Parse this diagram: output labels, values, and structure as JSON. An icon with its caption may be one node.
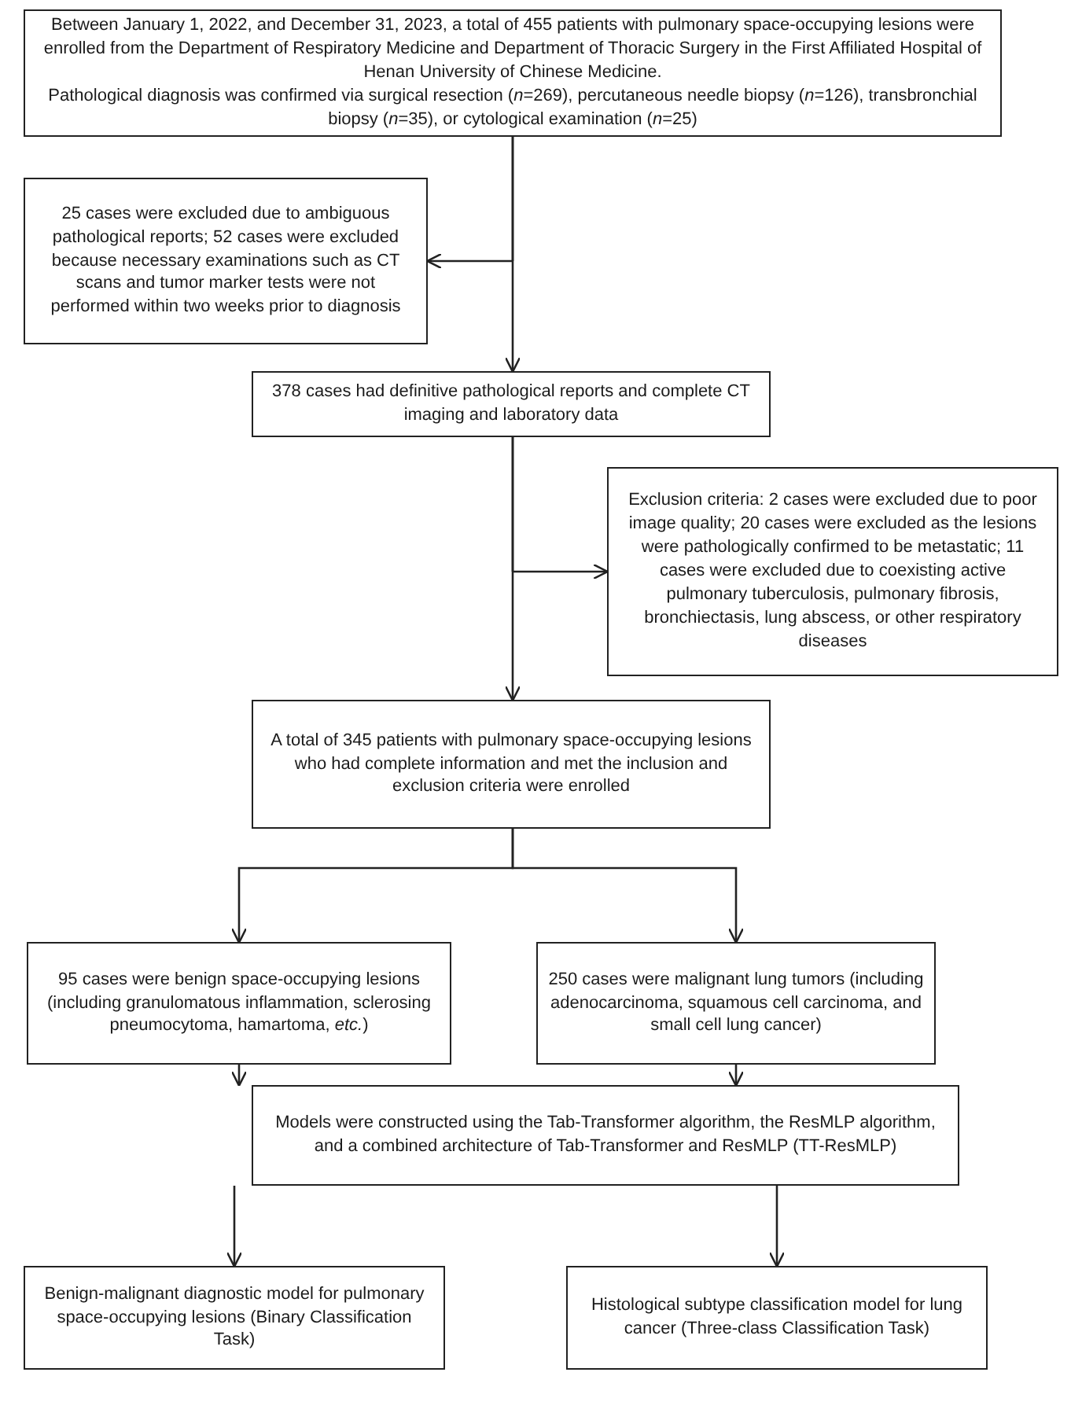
{
  "diagram": {
    "nodes": [
      {
        "text": [
          "Between January 1, 2022, and December 31, 2023, a total of 455 patients with pulmonary space-occupying lesions were enrolled from the Department of Respiratory Medicine and Department of Thoracic Surgery in the First Affiliated Hospital of Henan University of Chinese Medicine.",
          "Pathological diagnosis was confirmed via surgical resection (*n*=269), percutaneous needle biopsy (*n*=126), transbronchial biopsy (*n*=35), or cytological examination (*n*=25)"
        ]
      },
      {
        "text": [
          "25 cases were excluded due to ambiguous pathological reports; 52 cases were excluded because necessary examinations such as CT scans and tumor marker tests were not performed within two weeks prior to diagnosis"
        ]
      },
      {
        "text": [
          "378 cases had definitive pathological reports and complete CT imaging and laboratory data"
        ]
      },
      {
        "text": [
          "Exclusion criteria: 2 cases were excluded due to poor image quality;  20 cases were excluded as the lesions were pathologically confirmed to be metastatic;  11 cases were excluded due to coexisting active pulmonary tuberculosis, pulmonary fibrosis, bronchiectasis, lung abscess, or other respiratory diseases"
        ]
      },
      {
        "text": [
          "A total of 345 patients with pulmonary space-occupying lesions who had complete information and met the inclusion and exclusion criteria were enrolled"
        ]
      },
      {
        "text": [
          "95 cases were benign space-occupying lesions (including granulomatous inflammation, sclerosing pneumocytoma, hamartoma, *etc.*)"
        ]
      },
      {
        "text": [
          "250 cases were malignant lung tumors (including adenocarcinoma, squamous cell carcinoma, and small cell lung cancer)"
        ]
      },
      {
        "text": [
          "Models were constructed using the Tab-Transformer algorithm, the ResMLP algorithm, and a combined architecture of Tab-Transformer and ResMLP (TT-ResMLP)"
        ]
      },
      {
        "text": [
          "Benign-malignant diagnostic model for pulmonary space-occupying lesions (Binary Classification Task)"
        ]
      },
      {
        "text": [
          "Histological subtype classification model for lung cancer (Three-class Classification Task)"
        ]
      }
    ],
    "edges": [
      {
        "from": 0,
        "to": 2,
        "arrow": "to"
      },
      {
        "from": 0,
        "to": 1,
        "arrow": "to"
      },
      {
        "from": 2,
        "to": 4,
        "arrow": "to"
      },
      {
        "from": 2,
        "to": 3,
        "arrow": "to"
      },
      {
        "from": 4,
        "to": 5,
        "arrow": "to"
      },
      {
        "from": 4,
        "to": 6,
        "arrow": "to"
      },
      {
        "from": 5,
        "to": 7,
        "arrow": "to"
      },
      {
        "from": 6,
        "to": 7,
        "arrow": "to"
      },
      {
        "from": 7,
        "to": 8,
        "arrow": "to"
      },
      {
        "from": 7,
        "to": 9,
        "arrow": "to"
      }
    ]
  }
}
